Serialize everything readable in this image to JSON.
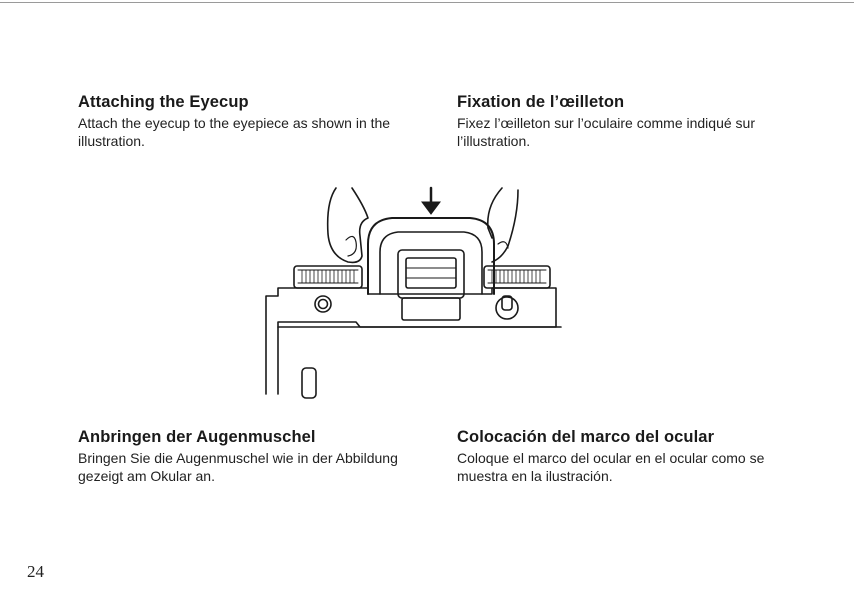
{
  "sections": {
    "en": {
      "title": "Attaching the Eyecup",
      "body": "Attach the eyecup to the eyepiece as shown in the illustration."
    },
    "fr": {
      "title": "Fixation de l’œilleton",
      "body": "Fixez l’œilleton sur l’oculaire comme indiqué sur l’illustration."
    },
    "de": {
      "title": "Anbringen der Augenmuschel",
      "body": "Bringen Sie die Augenmuschel wie in der Abbildung gezeigt am Okular an."
    },
    "es": {
      "title": "Colocación del marco del ocular",
      "body": "Coloque el marco del ocular en el ocular como se muestra en la ilustración."
    }
  },
  "page_number": "24"
}
